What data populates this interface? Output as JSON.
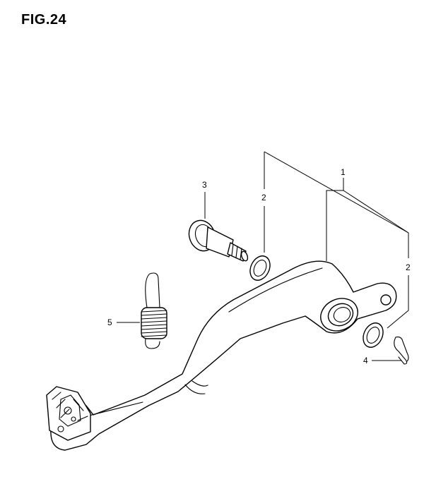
{
  "figure": {
    "title": "FIG.24"
  },
  "callouts": [
    {
      "id": "1",
      "label": "1"
    },
    {
      "id": "2a",
      "label": "2"
    },
    {
      "id": "2b",
      "label": "2"
    },
    {
      "id": "3",
      "label": "3"
    },
    {
      "id": "4",
      "label": "4"
    },
    {
      "id": "5",
      "label": "5"
    }
  ]
}
